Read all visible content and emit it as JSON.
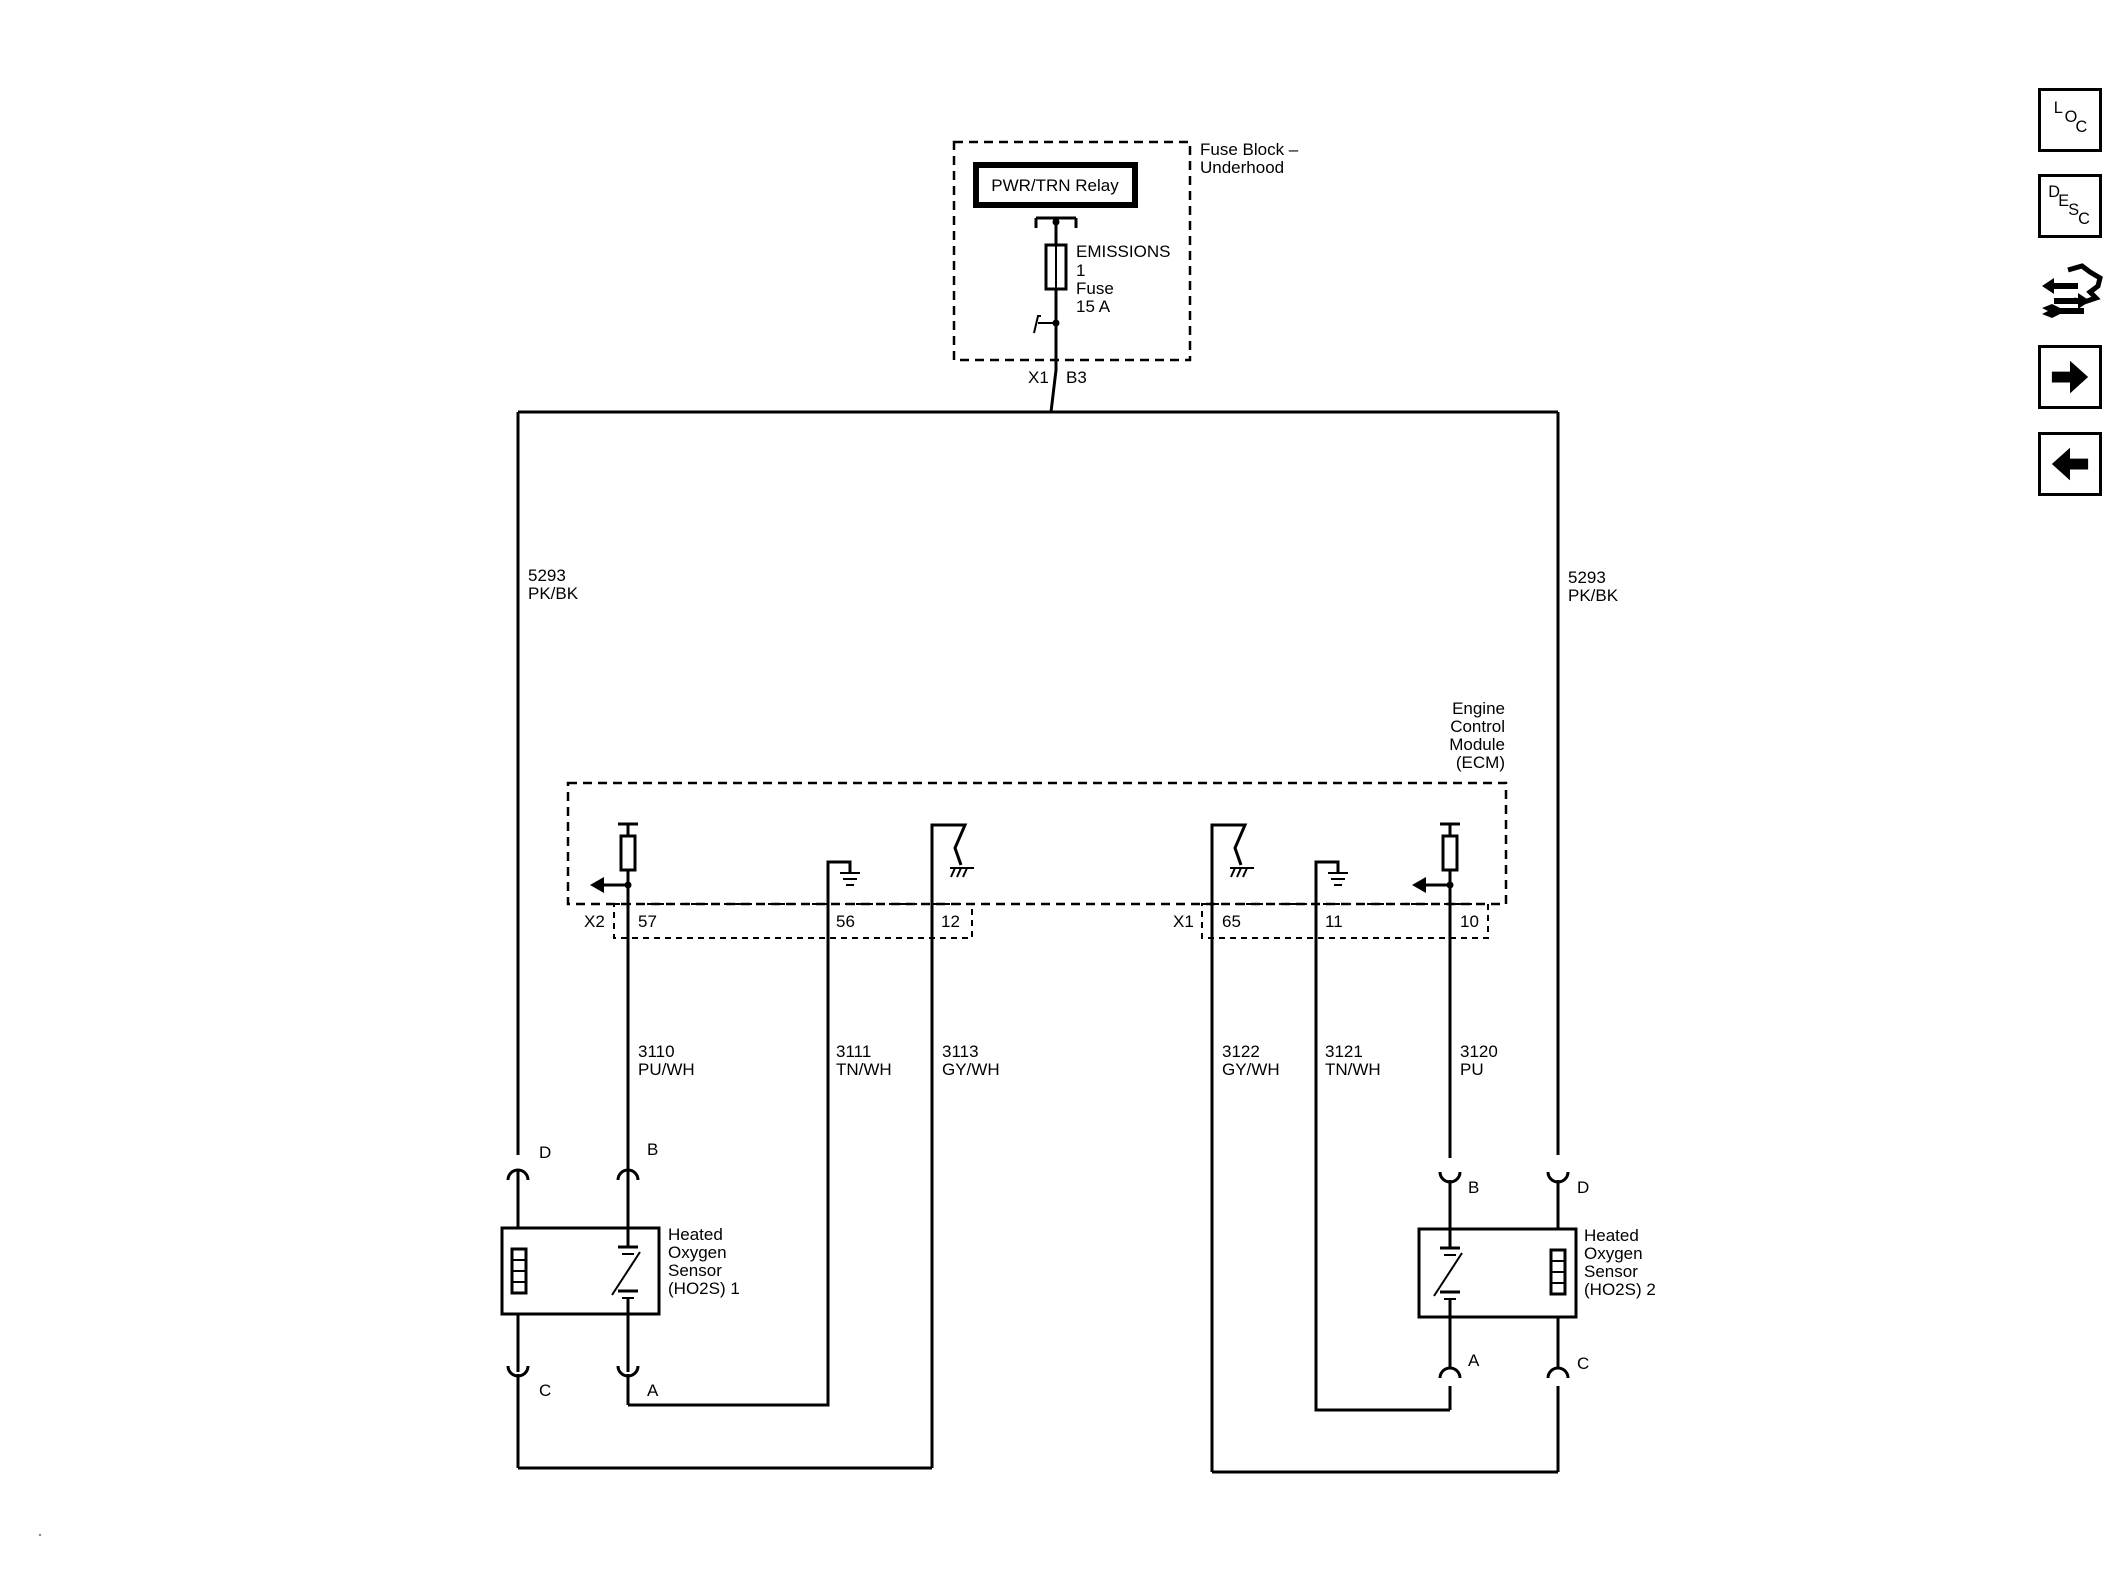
{
  "fuse_block": {
    "title_line1": "Fuse Block –",
    "title_line2": "Underhood",
    "relay": "PWR/TRN Relay",
    "fuse_name": "EMISSIONS",
    "fuse_number": "1",
    "fuse_label": "Fuse",
    "fuse_rating": "15 A",
    "connector": "X1",
    "pin": "B3"
  },
  "ecm": {
    "title": [
      "Engine",
      "Control",
      "Module",
      "(ECM)"
    ],
    "connector_left": "X2",
    "connector_right": "X1",
    "pins": [
      "57",
      "56",
      "12",
      "65",
      "11",
      "10"
    ]
  },
  "wires": {
    "left_feed": {
      "circuit": "5293",
      "color": "PK/BK"
    },
    "right_feed": {
      "circuit": "5293",
      "color": "PK/BK"
    },
    "w3110": {
      "circuit": "3110",
      "color": "PU/WH"
    },
    "w3111": {
      "circuit": "3111",
      "color": "TN/WH"
    },
    "w3113": {
      "circuit": "3113",
      "color": "GY/WH"
    },
    "w3122": {
      "circuit": "3122",
      "color": "GY/WH"
    },
    "w3121": {
      "circuit": "3121",
      "color": "TN/WH"
    },
    "w3120": {
      "circuit": "3120",
      "color": "PU"
    }
  },
  "sensor1": {
    "lines": [
      "Heated",
      "Oxygen",
      "Sensor",
      "(HO2S) 1"
    ],
    "pins": {
      "top_left": "D",
      "top_right": "B",
      "bottom_left": "C",
      "bottom_right": "A"
    }
  },
  "sensor2": {
    "lines": [
      "Heated",
      "Oxygen",
      "Sensor",
      "(HO2S) 2"
    ],
    "pins": {
      "top_left": "B",
      "top_right": "D",
      "bottom_left": "A",
      "bottom_right": "C"
    }
  },
  "nav": {
    "loc": [
      "L",
      "O",
      "C"
    ],
    "desc": [
      "D",
      "E",
      "S",
      "C"
    ],
    "icons": [
      "connector-view-icon",
      "next-arrow-icon",
      "back-arrow-icon"
    ]
  }
}
